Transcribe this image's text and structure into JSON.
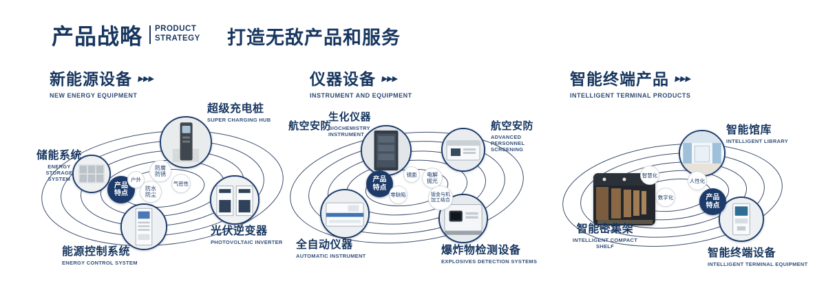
{
  "header": {
    "title_cn": "产品战略",
    "title_en1": "PRODUCT",
    "title_en2": "STRATEGY",
    "subtitle": "打造无敌产品和服务"
  },
  "badge": "产品特点",
  "icons": {
    "triple_arrow": "▶▶▶"
  },
  "colors": {
    "navy": "#17365f",
    "badge_bg": "#1c3a6a",
    "orbit_line": "#3b4c6b"
  },
  "sections": [
    {
      "title_cn": "新能源设备",
      "title_en": "NEW ENERGY EQUIPMENT",
      "items": [
        {
          "cn": "超级充电桩",
          "en": "SUPER CHARGING HUB"
        },
        {
          "cn": "储能系统",
          "en": "ENERGY STORAGE SYSTEM"
        },
        {
          "cn": "光伏逆变器",
          "en": "PHOTOVOLTAIC INVERTER"
        },
        {
          "cn": "能源控制系统",
          "en": "ENERGY CONTROL SYSTEM"
        }
      ],
      "features": [
        "户外",
        "防腐防锈",
        "气密性",
        "防水防尘"
      ]
    },
    {
      "title_cn": "仪器设备",
      "title_en": "INSTRUMENT AND EQUIPMENT",
      "items": [
        {
          "cn": "航空安防",
          "en": ""
        },
        {
          "cn": "生化仪器",
          "en": "BIOCHEMISTRY INSTRUMENT"
        },
        {
          "cn": "航空安防",
          "en": "ADVANCED PERSONNEL SCREENING"
        },
        {
          "cn": "全自动仪器",
          "en": "AUTOMATIC INSTRUMENT"
        },
        {
          "cn": "爆炸物检测设备",
          "en": "EXPLOSIVES DETECTION SYSTEMS"
        }
      ],
      "features": [
        "镜面",
        "电解抛光",
        "零缺陷",
        "钣金与机加工结合"
      ]
    },
    {
      "title_cn": "智能终端产品",
      "title_en": "INTELLIGENT TERMINAL PRODUCTS",
      "items": [
        {
          "cn": "智能馆库",
          "en": "INTELLIGENT LIBRARY"
        },
        {
          "cn": "智能密集架",
          "en": "INTELLIGENT COMPACT SHELF"
        },
        {
          "cn": "智能终端设备",
          "en": "INTELLIGENT TERMINAL EQUIPMENT"
        }
      ],
      "features": [
        "智慧化",
        "人性化",
        "数字化"
      ]
    }
  ]
}
